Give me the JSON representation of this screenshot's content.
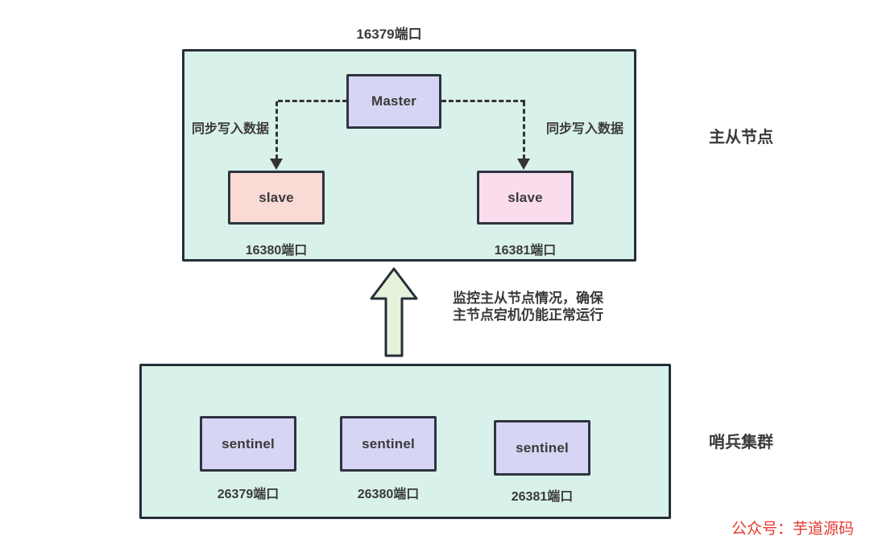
{
  "colors": {
    "container_fill": "#d8f1ea",
    "container_border": "#262e38",
    "node_border": "#2e3440",
    "lavender_fill": "#d6d5f3",
    "salmon_fill": "#f9dad5",
    "pink_fill": "#fadcec",
    "arrow_fill": "#e6f3da",
    "text_dark": "#3a3a3a",
    "line_dark": "#333333",
    "watermark_red": "#e8382e"
  },
  "master_slave_group": {
    "port_label": "16379端口",
    "side_label": "主从节点",
    "master_label": "Master",
    "sync_left": "同步写入数据",
    "sync_right": "同步写入数据",
    "slaves": [
      {
        "label": "slave",
        "port": "16380端口"
      },
      {
        "label": "slave",
        "port": "16381端口"
      }
    ]
  },
  "monitor_note": {
    "line1": "监控主从节点情况，确保",
    "line2": "主节点宕机仍能正常运行"
  },
  "sentinel_group": {
    "side_label": "哨兵集群",
    "sentinels": [
      {
        "label": "sentinel",
        "port": "26379端口"
      },
      {
        "label": "sentinel",
        "port": "26380端口"
      },
      {
        "label": "sentinel",
        "port": "26381端口"
      }
    ]
  },
  "watermark": "公众号：芋道源码"
}
